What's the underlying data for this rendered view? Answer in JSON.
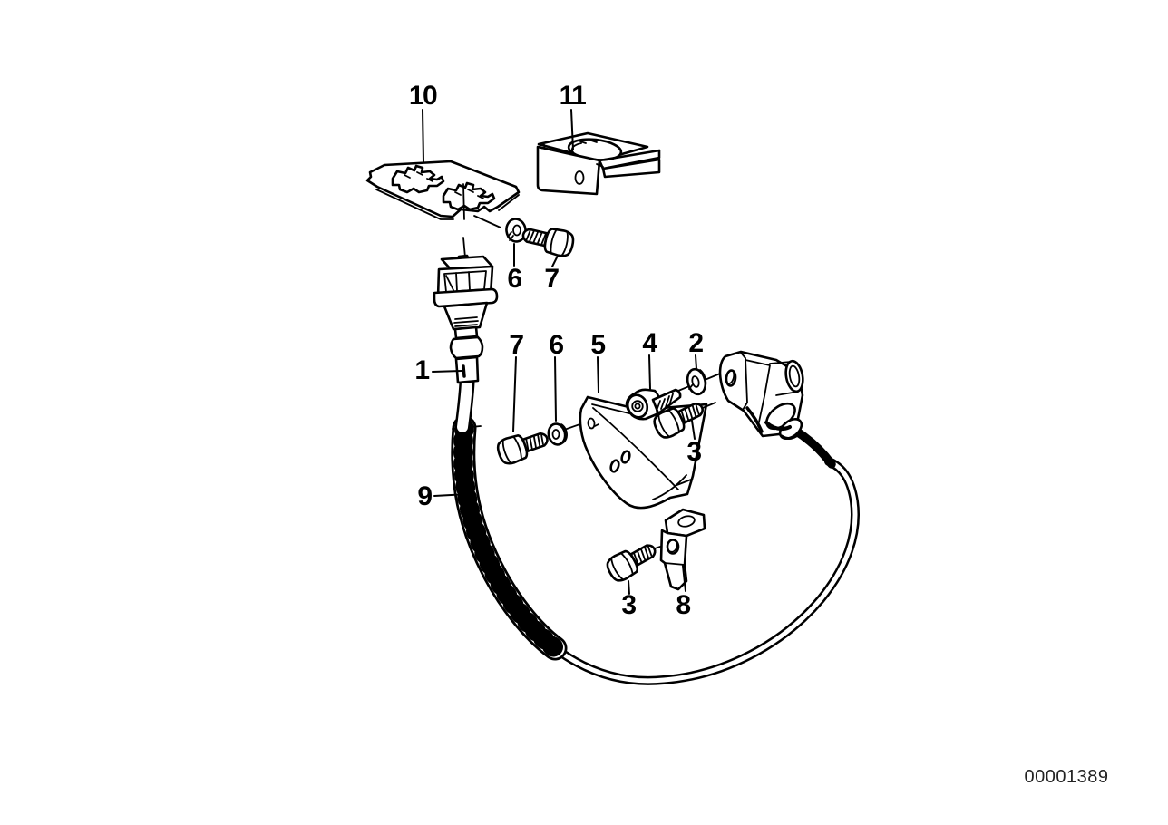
{
  "figure": {
    "background": "#ffffff",
    "line_color": "#000000"
  },
  "doc_number": "00001389",
  "callouts": {
    "c10": "10",
    "c11": "11",
    "c6_top": "6",
    "c7_top": "7",
    "c1": "1",
    "c7_mid": "7",
    "c6_mid": "6",
    "c5": "5",
    "c4": "4",
    "c2": "2",
    "c3_mid": "3",
    "c9": "9",
    "c3_low": "3",
    "c8": "8"
  }
}
